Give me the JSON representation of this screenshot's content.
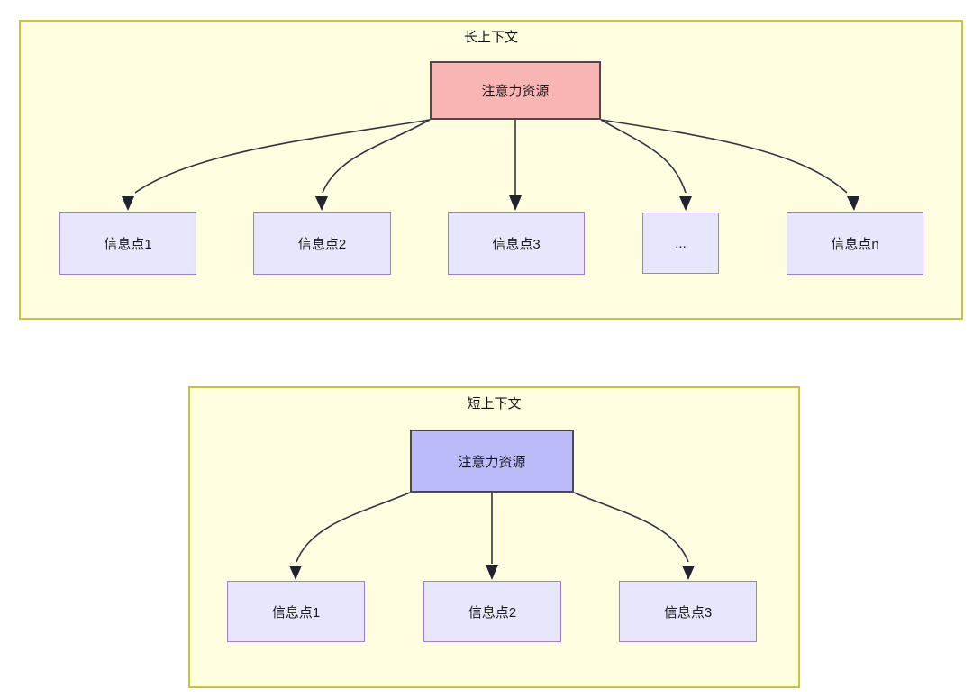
{
  "diagram": {
    "title_semantics": "attention-resource-allocation-long-vs-short-context",
    "colors": {
      "panel_fill": "#FEFDE0",
      "panel_border": "#C6C636",
      "root_long_fill": "#F9B4B4",
      "root_short_fill": "#BBBBF9",
      "root_border": "#4A4A4A",
      "leaf_fill": "#E8E6FC",
      "leaf_border": "#9D7EE0",
      "edge_stroke": "#333344",
      "text": "#1a1a1a"
    }
  },
  "panels": [
    {
      "id": "long-context",
      "title": "长上下文",
      "root": {
        "label": "注意力资源"
      },
      "leaves": [
        {
          "label": "信息点1"
        },
        {
          "label": "信息点2"
        },
        {
          "label": "信息点3"
        },
        {
          "label": "..."
        },
        {
          "label": "信息点n"
        }
      ]
    },
    {
      "id": "short-context",
      "title": "短上下文",
      "root": {
        "label": "注意力资源"
      },
      "leaves": [
        {
          "label": "信息点1"
        },
        {
          "label": "信息点2"
        },
        {
          "label": "信息点3"
        }
      ]
    }
  ]
}
